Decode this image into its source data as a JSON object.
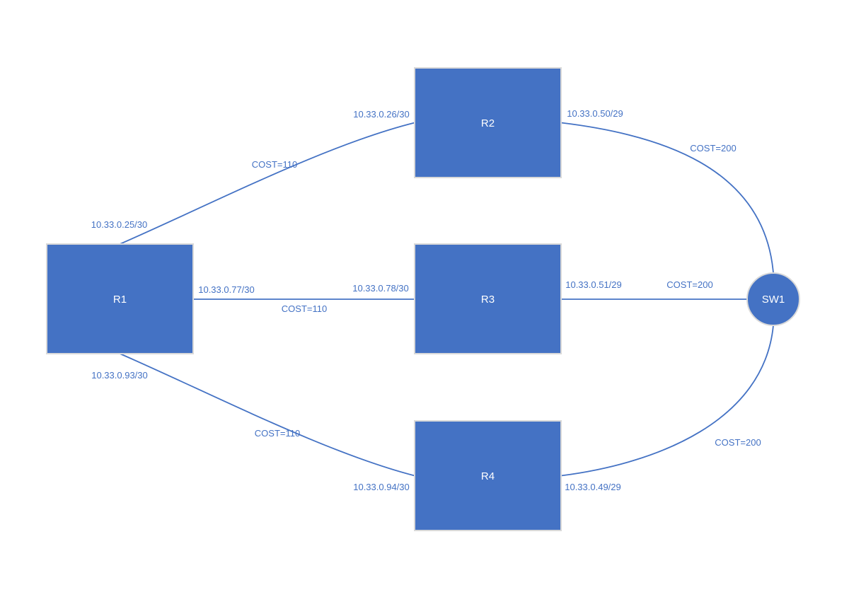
{
  "diagram": {
    "type": "network-topology",
    "nodes": {
      "r1": {
        "label": "R1",
        "shape": "rectangle"
      },
      "r2": {
        "label": "R2",
        "shape": "rectangle"
      },
      "r3": {
        "label": "R3",
        "shape": "rectangle"
      },
      "r4": {
        "label": "R4",
        "shape": "rectangle"
      },
      "sw1": {
        "label": "SW1",
        "shape": "circle"
      }
    },
    "edges": {
      "r1_r2": {
        "from": "R1",
        "to": "R2",
        "from_ip": "10.33.0.25/30",
        "cost": "COST=110",
        "to_ip": "10.33.0.26/30"
      },
      "r1_r3": {
        "from": "R1",
        "to": "R3",
        "from_ip": "10.33.0.77/30",
        "cost": "COST=110",
        "to_ip": "10.33.0.78/30"
      },
      "r1_r4": {
        "from": "R1",
        "to": "R4",
        "from_ip": "10.33.0.93/30",
        "cost": "COST=110",
        "to_ip": "10.33.0.94/30"
      },
      "r2_sw1": {
        "from": "R2",
        "to": "SW1",
        "from_ip": "10.33.0.50/29",
        "cost": "COST=200"
      },
      "r3_sw1": {
        "from": "R3",
        "to": "SW1",
        "from_ip": "10.33.0.51/29",
        "cost": "COST=200"
      },
      "r4_sw1": {
        "from": "R4",
        "to": "SW1",
        "from_ip": "10.33.0.49/29",
        "cost": "COST=200"
      }
    },
    "colors": {
      "node_fill": "#4472C4",
      "node_border": "#D9D9D9",
      "edge_stroke": "#4472C4",
      "edge_label_text": "#4472C4",
      "node_label_text": "#FFFFFF",
      "background": "#FFFFFF"
    }
  }
}
